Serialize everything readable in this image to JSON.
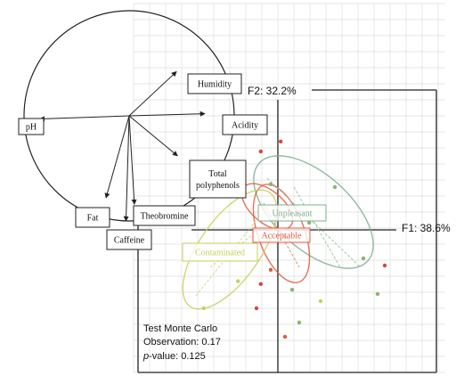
{
  "chart_data": {
    "type": "scatter",
    "title": "",
    "axes": {
      "f1_label": "F1: 38.6%",
      "f2_label": "F2: 32.2%"
    },
    "grid": true,
    "correlation_circle": {
      "variables": [
        {
          "name": "Humidity",
          "x": 0.45,
          "y": 0.42
        },
        {
          "name": "Acidity",
          "x": 0.72,
          "y": 0.02
        },
        {
          "name": "Total polyphenols",
          "lines": [
            "Total",
            "polyphenols"
          ],
          "x": 0.46,
          "y": -0.38
        },
        {
          "name": "Theobromine",
          "x": 0.05,
          "y": -0.84
        },
        {
          "name": "Caffeine",
          "x": -0.03,
          "y": -1.0
        },
        {
          "name": "Fat",
          "x": -0.22,
          "y": -0.78
        },
        {
          "name": "pH",
          "x": -0.85,
          "y": -0.03
        }
      ]
    },
    "groups": [
      {
        "name": "Unpleasant",
        "color": "#7bb08e"
      },
      {
        "name": "Acceptable",
        "color": "#e05a3e"
      },
      {
        "name": "Contaminated",
        "color": "#c9cf5c"
      }
    ],
    "points": [
      {
        "x": -0.12,
        "y": 0.55,
        "color": "#d9453a"
      },
      {
        "x": -0.05,
        "y": 0.32,
        "color": "#8cb36e"
      },
      {
        "x": 0.02,
        "y": 0.62,
        "color": "#d9453a"
      },
      {
        "x": -0.42,
        "y": 0.34,
        "color": "#9bbf6e"
      },
      {
        "x": 0.4,
        "y": 0.3,
        "color": "#8cb36e"
      },
      {
        "x": 0.22,
        "y": 0.05,
        "color": "#8cb36e"
      },
      {
        "x": 0.05,
        "y": -0.05,
        "color": "#d9453a"
      },
      {
        "x": -0.05,
        "y": -0.28,
        "color": "#e05a3e"
      },
      {
        "x": -0.12,
        "y": -0.38,
        "color": "#d9453a"
      },
      {
        "x": -0.28,
        "y": -0.36,
        "color": "#c9cf5c"
      },
      {
        "x": -0.52,
        "y": -0.55,
        "color": "#c9cf5c"
      },
      {
        "x": 0.1,
        "y": -0.42,
        "color": "#8cb36e"
      },
      {
        "x": 0.6,
        "y": -0.2,
        "color": "#8cb36e"
      },
      {
        "x": 0.7,
        "y": -0.45,
        "color": "#8cb36e"
      },
      {
        "x": 0.75,
        "y": -0.25,
        "color": "#d9453a"
      },
      {
        "x": 0.05,
        "y": -0.75,
        "color": "#e05a3e"
      },
      {
        "x": 0.15,
        "y": -0.65,
        "color": "#8cb36e"
      },
      {
        "x": -0.15,
        "y": -0.55,
        "color": "#d9453a"
      },
      {
        "x": 0.3,
        "y": -0.5,
        "color": "#c9cf5c"
      }
    ],
    "annotation": {
      "line1": "Test Monte Carlo",
      "line2": "Observation: 0.17",
      "line3_prefix": "p",
      "line3": "-value: 0.125"
    }
  }
}
